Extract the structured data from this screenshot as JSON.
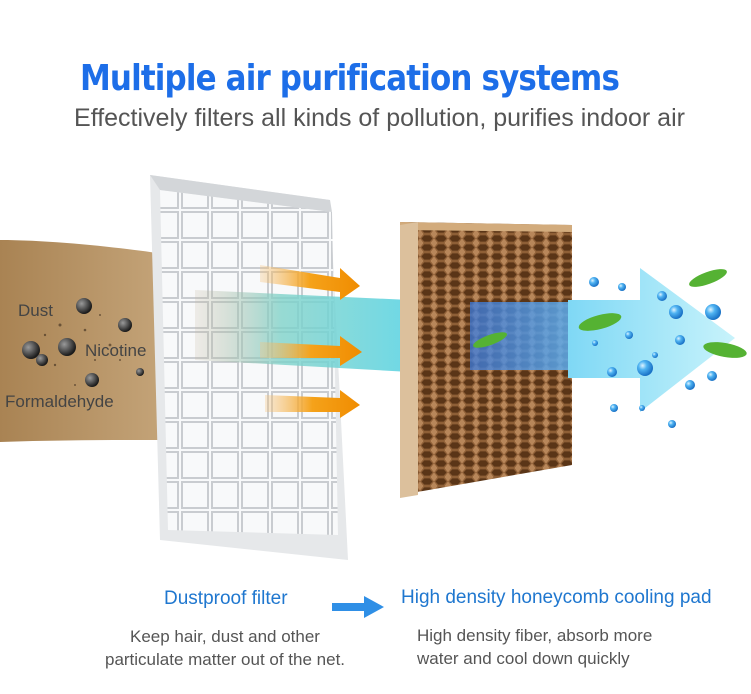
{
  "header": {
    "title": "Multiple air purification systems",
    "subtitle": "Effectively filters all kinds of pollution, purifies indoor air"
  },
  "pollutants": [
    "Dust",
    "Nicotine",
    "Formaldehyde"
  ],
  "stages": [
    {
      "label": "Dustproof filter",
      "description_lines": [
        "Keep hair, dust and other",
        "particulate matter out of the net."
      ]
    },
    {
      "label": "High density honeycomb cooling pad",
      "description_lines": [
        "High density fiber, absorb more",
        "water and cool down quickly"
      ]
    }
  ],
  "colors": {
    "title": "#1d6ee8",
    "label": "#1f77cf",
    "polluted_air": "#b08a5a",
    "clean_air": "#8fe4f7",
    "orange_arrow": "#f5a21a",
    "pad": "#c69a66"
  },
  "icons": [
    "arrow-right-icon"
  ]
}
